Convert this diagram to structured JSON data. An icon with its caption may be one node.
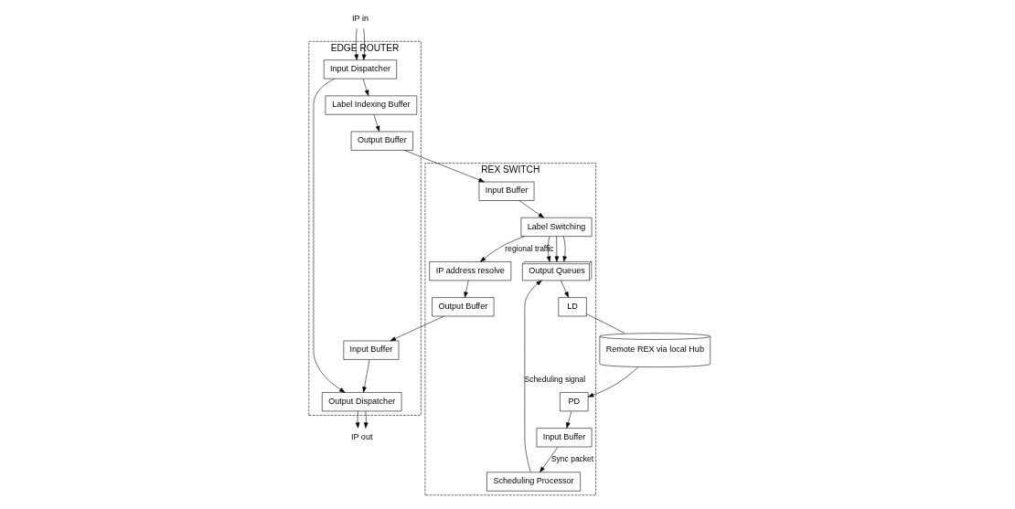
{
  "diagram": {
    "nodes": [
      {
        "text": [
          "EDGE ROUTER"
        ]
      },
      {
        "text": [
          "Input Dispatcher"
        ],
        "in": 0
      },
      {
        "text": [
          "Output Buffer"
        ],
        "in": 0
      },
      {
        "text": [
          "Label Indexing Buffer"
        ],
        "in": 0
      },
      {
        "text": [
          "Output Dispatcher"
        ],
        "in": 0
      },
      {
        "text": [
          "Input Buffer"
        ],
        "in": 0
      },
      {
        "text": [
          "REX SWITCH"
        ]
      },
      {
        "text": [
          "Input Buffer"
        ],
        "in": 6
      },
      {
        "text": [
          "Output Queues"
        ],
        "in": 6
      },
      {
        "text": [
          "LD"
        ],
        "in": 6
      },
      {
        "text": [
          "Label Switching"
        ],
        "in": 6
      },
      {
        "text": [
          "Scheduling Processor"
        ],
        "in": 6
      },
      {
        "text": [
          "IP address resolve"
        ],
        "in": 6
      },
      {
        "text": [
          "Output Buffer"
        ],
        "in": 6
      },
      {
        "text": [
          "Input Buffer"
        ],
        "in": 6
      },
      {
        "text": [
          "PD"
        ],
        "in": 6
      },
      {
        "text": [
          "Remote REX via local Hub"
        ]
      },
      {
        "text": [
          "IP in"
        ]
      },
      {
        "text": [
          "IP out"
        ]
      }
    ],
    "edges": [
      {
        "from": 17,
        "to": 1,
        "arrow": "to"
      },
      {
        "from": 17,
        "to": 1,
        "arrow": "to"
      },
      {
        "from": 1,
        "to": 3,
        "arrow": "to"
      },
      {
        "from": 3,
        "to": 2,
        "arrow": "to"
      },
      {
        "from": 1,
        "to": 4,
        "arrow": "to"
      },
      {
        "from": 2,
        "to": 7,
        "arrow": "to"
      },
      {
        "from": 7,
        "to": 10,
        "arrow": "to"
      },
      {
        "from": 10,
        "to": 8,
        "arrow": "to"
      },
      {
        "from": 10,
        "to": 8,
        "arrow": "to"
      },
      {
        "from": 10,
        "to": 8,
        "arrow": "to"
      },
      {
        "from": 8,
        "to": 9,
        "arrow": "to"
      },
      {
        "from": 9,
        "to": 16,
        "arrow": "none"
      },
      {
        "from": 16,
        "to": 15,
        "arrow": "to"
      },
      {
        "from": 15,
        "to": 14,
        "arrow": "to"
      },
      {
        "from": 14,
        "to": 11,
        "arrow": "to",
        "label": "Sync packet"
      },
      {
        "from": 11,
        "to": 8,
        "arrow": "to",
        "label": "Scheduling signal"
      },
      {
        "from": 10,
        "to": 12,
        "arrow": "to",
        "label": "regional traffic"
      },
      {
        "from": 12,
        "to": 13,
        "arrow": "to"
      },
      {
        "from": 13,
        "to": 5,
        "arrow": "to"
      },
      {
        "from": 5,
        "to": 4,
        "arrow": "to"
      },
      {
        "from": 4,
        "to": 18,
        "arrow": "to"
      },
      {
        "from": 4,
        "to": 18,
        "arrow": "to"
      }
    ]
  }
}
